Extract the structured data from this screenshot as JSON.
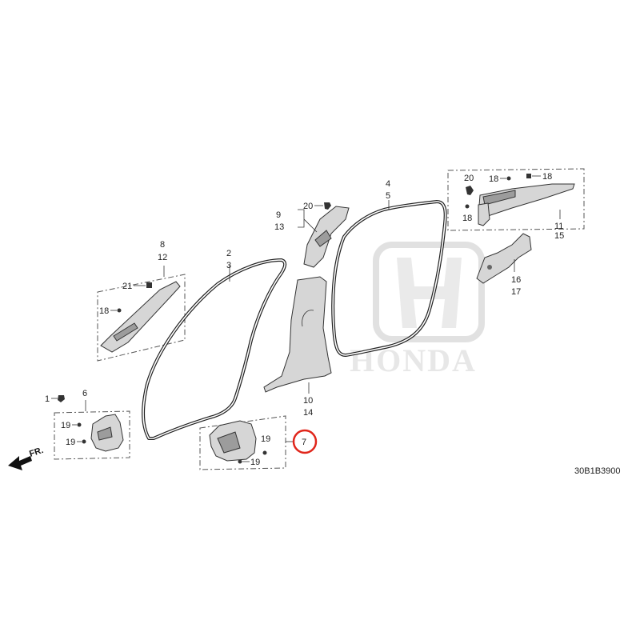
{
  "diagram": {
    "code": "30B1B3900",
    "brand_watermark": "HONDA",
    "front_arrow_label": "FR.",
    "highlight_color": "#e0261b",
    "highlighted_callout": "7",
    "callouts": {
      "c1": "1",
      "c2": "2",
      "c3": "3",
      "c4": "4",
      "c5": "5",
      "c6": "6",
      "c7": "7",
      "c8": "8",
      "c9": "9",
      "c10": "10",
      "c11": "11",
      "c12": "12",
      "c13": "13",
      "c14": "14",
      "c15": "15",
      "c16": "16",
      "c17": "17",
      "c18a": "18",
      "c18b": "18",
      "c18c": "18",
      "c18d": "18",
      "c19a": "19",
      "c19b": "19",
      "c19c": "19",
      "c19d": "19",
      "c20a": "20",
      "c20b": "20",
      "c21": "21"
    }
  }
}
